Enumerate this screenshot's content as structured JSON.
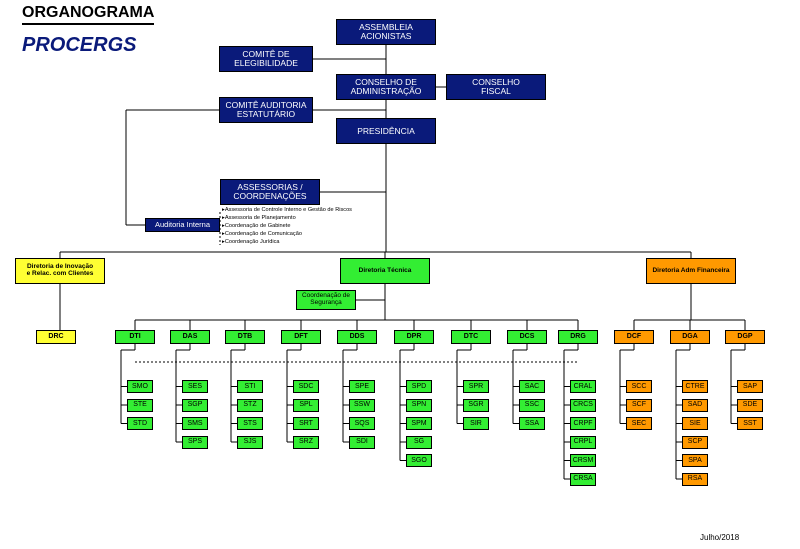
{
  "header": {
    "title": "ORGANOGRAMA",
    "logo": "PROCERGS",
    "date": "Julho/2018"
  },
  "top": {
    "assembleia": "ASSEMBLEIA\nACIONISTAS",
    "comite_eleg": "COMITÊ DE\nELEGIBILIDADE",
    "conselho_adm": "CONSELHO DE\nADMINISTRAÇÃO",
    "conselho_fiscal": "CONSELHO\nFISCAL",
    "comite_aud": "COMITÊ AUDITORIA\nESTATUTÁRIO",
    "presidencia": "PRESIDÊNCIA",
    "assessorias": "ASSESSORIAS /\nCOORDENAÇÕES",
    "auditoria": "Auditoria Interna"
  },
  "assessorias_list": [
    "Assessoria de Controle Interno e Gestão de Riscos",
    "Assessoria de Planejamento",
    "Coordenação de Gabinete",
    "Coordenação de Comunicação",
    "Coordenação Jurídica"
  ],
  "diretorias": {
    "inovacao": "Diretoria de Inovação\ne Relac. com Clientes",
    "tecnica": "Diretoria Técnica",
    "adm": "Diretoria Adm Financeira",
    "seguranca": "Coordenação de\nSegurança"
  },
  "departments": [
    {
      "code": "DRC",
      "children": []
    },
    {
      "code": "DTI",
      "children": [
        "SMO",
        "STE",
        "STD"
      ]
    },
    {
      "code": "DAS",
      "children": [
        "SES",
        "SGP",
        "SMS",
        "SPS"
      ]
    },
    {
      "code": "DTB",
      "children": [
        "STI",
        "STZ",
        "STS",
        "SJS"
      ]
    },
    {
      "code": "DFT",
      "children": [
        "SDC",
        "SPL",
        "SRT",
        "SRZ"
      ]
    },
    {
      "code": "DDS",
      "children": [
        "SPE",
        "SSW",
        "SQS",
        "SDI"
      ]
    },
    {
      "code": "DPR",
      "children": [
        "SPD",
        "SPN",
        "SPM",
        "SG",
        "SGO"
      ]
    },
    {
      "code": "DTC",
      "children": [
        "SPR",
        "SGR",
        "SIR"
      ]
    },
    {
      "code": "DCS",
      "children": [
        "SAC",
        "SSC",
        "SSA"
      ]
    },
    {
      "code": "DRG",
      "children": [
        "CRAL",
        "CRCS",
        "CRPF",
        "CRPL",
        "CRSM",
        "CRSA"
      ]
    },
    {
      "code": "DCF",
      "children": [
        "SCC",
        "SCF",
        "SEC"
      ]
    },
    {
      "code": "DGA",
      "children": [
        "CTRE",
        "SAD",
        "SIE",
        "SCP",
        "SPA",
        "RSA"
      ]
    },
    {
      "code": "DGP",
      "children": [
        "SAP",
        "SDE",
        "SST"
      ]
    }
  ],
  "colors": {
    "navy": "#0a1a7a",
    "yellow": "#ffff33",
    "green": "#33ee33",
    "orange": "#ff9900"
  }
}
